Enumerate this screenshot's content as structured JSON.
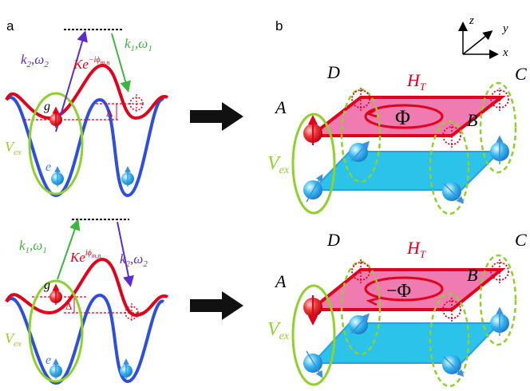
{
  "panels": {
    "a": "a",
    "b": "b"
  },
  "panel_a_top": {
    "k2": "k",
    "k2_sub": "2",
    "omega2": "ω",
    "omega2_sub": "2",
    "k1": "k",
    "k1_sub": "1",
    "omega1": "ω",
    "omega1_sub": "1",
    "coupling": "Ke",
    "coupling_exp": "−iϕ",
    "coupling_exp_sub": "m,n",
    "g": "g",
    "e": "e",
    "delta": "Δ",
    "vex": "V",
    "vex_sub": "ex"
  },
  "panel_a_bottom": {
    "k1": "k",
    "k1_sub": "1",
    "omega1": "ω",
    "omega1_sub": "1",
    "k2": "k",
    "k2_sub": "2",
    "omega2": "ω",
    "omega2_sub": "2",
    "coupling": "Ke",
    "coupling_exp": "iϕ",
    "coupling_exp_sub": "m,n",
    "g": "g",
    "e": "e",
    "delta": "Δ",
    "vex": "V",
    "vex_sub": "ex"
  },
  "axes": {
    "z": "z",
    "y": "y",
    "x": "x"
  },
  "panel_b_top": {
    "A": "A",
    "B": "B",
    "C": "C",
    "D": "D",
    "ht": "H",
    "ht_sub": "T",
    "flux": "Φ",
    "vex": "V",
    "vex_sub": "ex"
  },
  "panel_b_bottom": {
    "A": "A",
    "B": "B",
    "C": "C",
    "D": "D",
    "ht": "H",
    "ht_sub": "T",
    "flux": "−Φ",
    "vex": "V",
    "vex_sub": "ex"
  },
  "colors": {
    "red": "#e2001a",
    "blue": "#2d4fe0",
    "cyan": "#2bc3ea",
    "pink": "#f07bb0",
    "lime": "#8fd12a",
    "purple": "#5a2bd6",
    "green": "#3db63d"
  }
}
